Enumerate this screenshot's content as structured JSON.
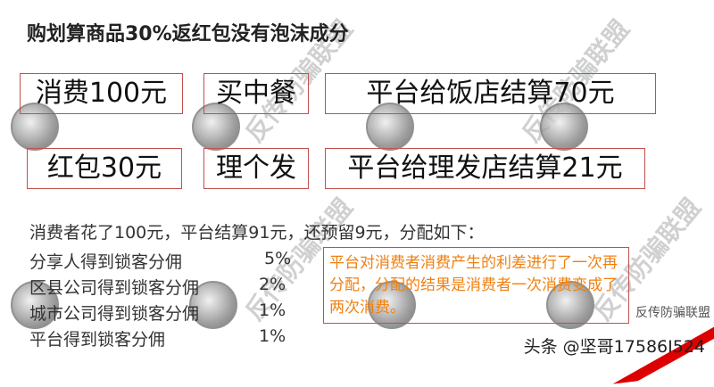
{
  "title": "购划算商品30%返红包没有泡沫成分",
  "boxes": [
    "消费100元",
    "买中餐",
    "平台给饭店结算70元",
    "红包30元",
    "理个发",
    "平台给理发店结算21元"
  ],
  "summary": "消费者花了100元，平台结算91元，还预留9元，分配如下：",
  "distribution": [
    {
      "label": "分享人得到锁客分佣",
      "pct": "5%"
    },
    {
      "label": "区县公司得到锁客分佣",
      "pct": "2%"
    },
    {
      "label": "城市公司得到锁客分佣",
      "pct": "1%"
    },
    {
      "label": "平台得到锁客分佣",
      "pct": "1%"
    }
  ],
  "note": "平台对消费者消费产生的利差进行了一次再分配，分配的结果是消费者一次消费变成了两次消费。",
  "watermark": "反传防骗联盟",
  "footer": "头条 @坚哥17586I524",
  "colors": {
    "box_border": "#c0504d",
    "note_text": "#f08010"
  }
}
